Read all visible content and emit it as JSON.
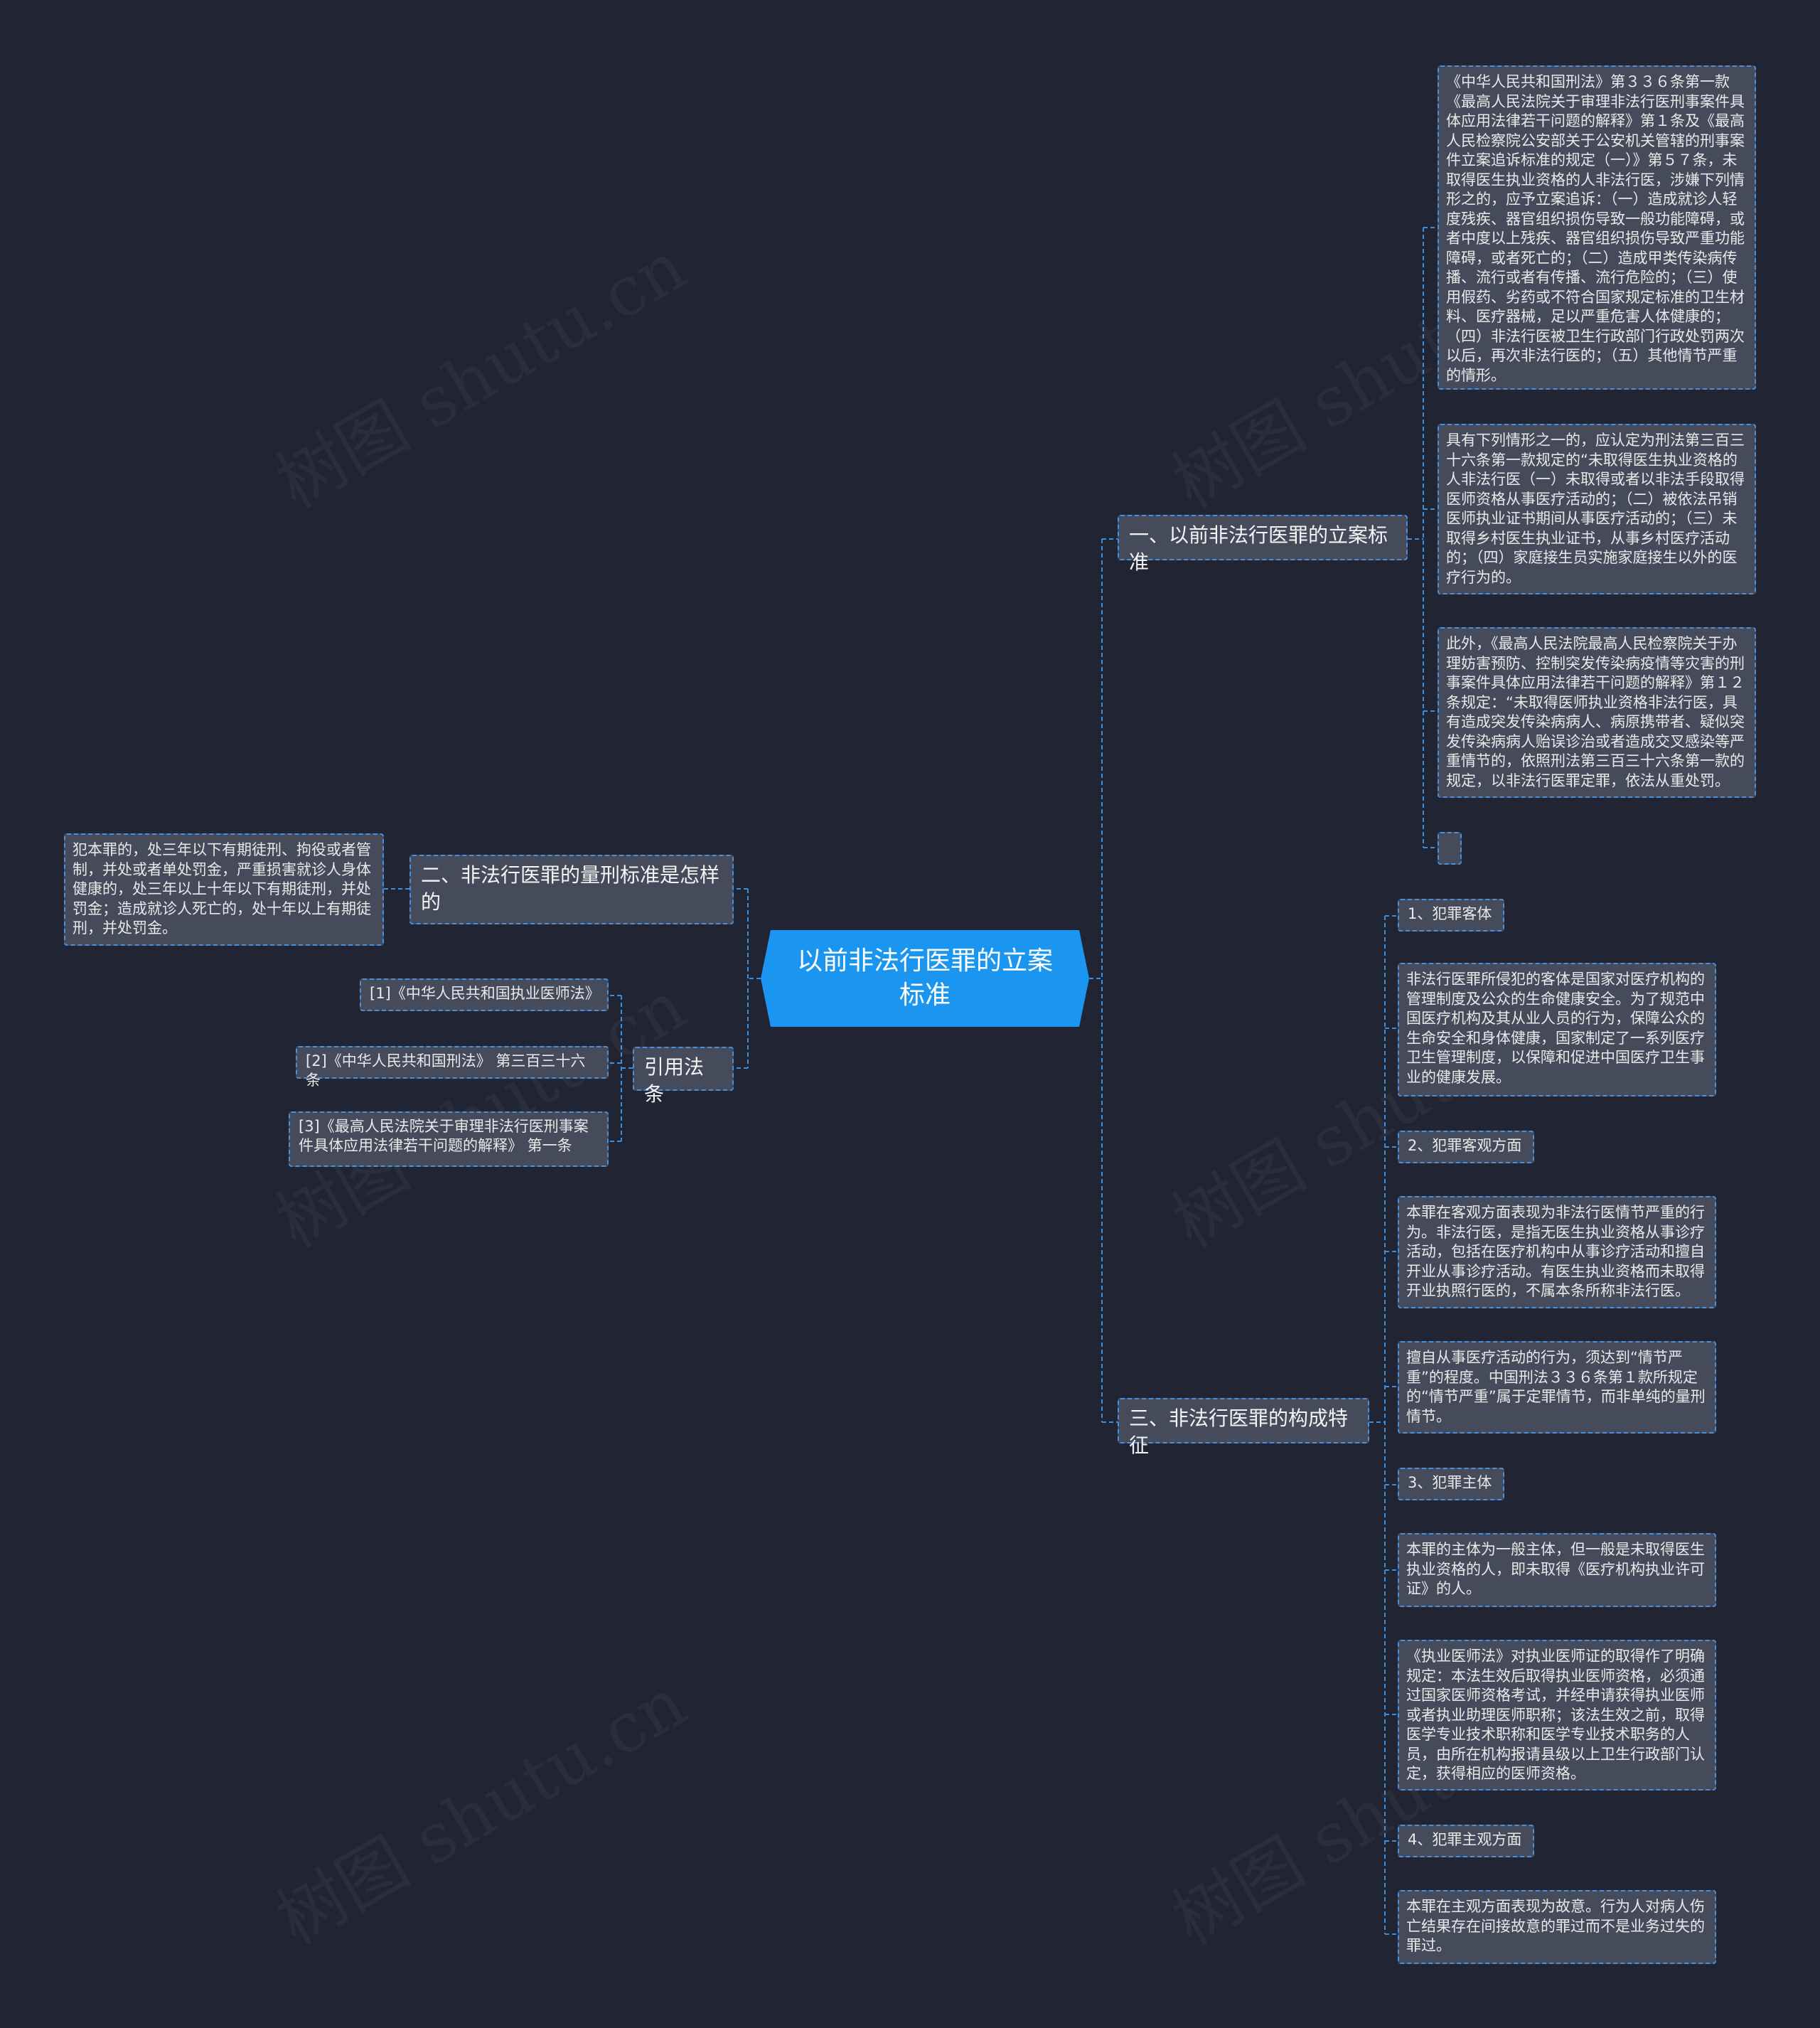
{
  "watermark": "树图 shutu.cn",
  "root": {
    "label": "以前非法行医罪的立案标准"
  },
  "branch1": {
    "label": "一、以前非法行医罪的立案标准",
    "items": [
      "《中华人民共和国刑法》第３３６条第一款《最高人民法院关于审理非法行医刑事案件具体应用法律若干问题的解释》第１条及《最高人民检察院公安部关于公安机关管辖的刑事案件立案追诉标准的规定（一）》第５７条，未取得医生执业资格的人非法行医，涉嫌下列情形之的，应予立案追诉：（一）造成就诊人轻度残疾、器官组织损伤导致一般功能障碍，或者中度以上残疾、器官组织损伤导致严重功能障碍，或者死亡的；（二）造成甲类传染病传播、流行或者有传播、流行危险的；（三）使用假药、劣药或不符合国家规定标准的卫生材料、医疗器械，足以严重危害人体健康的；（四）非法行医被卫生行政部门行政处罚两次以后，再次非法行医的；（五）其他情节严重的情形。",
      "具有下列情形之一的，应认定为刑法第三百三十六条第一款规定的“未取得医生执业资格的人非法行医（一）未取得或者以非法手段取得医师资格从事医疗活动的；（二）被依法吊销医师执业证书期间从事医疗活动的；（三）未取得乡村医生执业证书，从事乡村医疗活动的；（四）家庭接生员实施家庭接生以外的医疗行为的。",
      "此外，《最高人民法院最高人民检察院关于办理妨害预防、控制突发传染病疫情等灾害的刑事案件具体应用法律若干问题的解释》第１２条规定：“未取得医师执业资格非法行医，具有造成突发传染病病人、病原携带者、疑似突发传染病病人贻误诊治或者造成交叉感染等严重情节的，依照刑法第三百三十六条第一款的规定，以非法行医罪定罪，依法从重处罚。",
      ""
    ]
  },
  "branch2": {
    "label": "二、非法行医罪的量刑标准是怎样的",
    "items": [
      "犯本罪的，处三年以下有期徒刑、拘役或者管制，并处或者单处罚金，严重损害就诊人身体健康的，处三年以上十年以下有期徒刑，并处罚金；造成就诊人死亡的，处十年以上有期徒刑，并处罚金。"
    ]
  },
  "branch3": {
    "label": "引用法条",
    "items": [
      "[1]《中华人民共和国执业医师法》",
      "[2]《中华人民共和国刑法》 第三百三十六条",
      "[3]《最高人民法院关于审理非法行医刑事案件具体应用法律若干问题的解释》 第一条"
    ]
  },
  "branch4": {
    "label": "三、非法行医罪的构成特征",
    "items": [
      "1、犯罪客体",
      "非法行医罪所侵犯的客体是国家对医疗机构的管理制度及公众的生命健康安全。为了规范中国医疗机构及其从业人员的行为，保障公众的生命安全和身体健康，国家制定了一系列医疗卫生管理制度，以保障和促进中国医疗卫生事业的健康发展。",
      "2、犯罪客观方面",
      "本罪在客观方面表现为非法行医情节严重的行为。非法行医，是指无医生执业资格从事诊疗活动，包括在医疗机构中从事诊疗活动和擅自开业从事诊疗活动。有医生执业资格而未取得开业执照行医的，不属本条所称非法行医。",
      "擅自从事医疗活动的行为，须达到“情节严重”的程度。中国刑法３３６条第１款所规定的“情节严重”属于定罪情节，而非单纯的量刑情节。",
      "3、犯罪主体",
      "本罪的主体为一般主体，但一般是未取得医生执业资格的人，即未取得《医疗机构执业许可证》的人。",
      "《执业医师法》对执业医师证的取得作了明确规定：本法生效后取得执业医师资格，必须通过国家医师资格考试，并经申请获得执业医师或者执业助理医师职称；该法生效之前，取得医学专业技术职称和医学专业技术职务的人员，由所在机构报请县级以上卫生行政部门认定，获得相应的医师资格。",
      "4、犯罪主观方面",
      "本罪在主观方面表现为故意。行为人对病人伤亡结果存在间接故意的罪过而不是业务过失的罪过。"
    ]
  }
}
